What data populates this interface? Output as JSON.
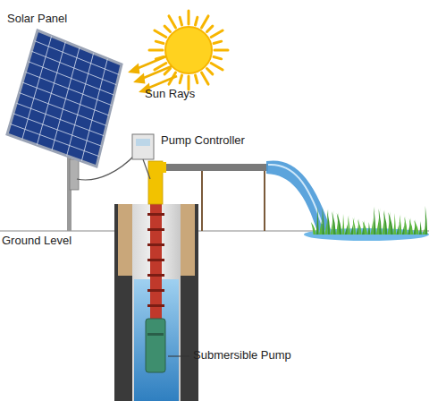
{
  "diagram": {
    "labels": [
      "Solar Panel",
      "Sun Rays",
      "Pump Controller",
      "Ground Level",
      "Submersible Pump"
    ]
  }
}
